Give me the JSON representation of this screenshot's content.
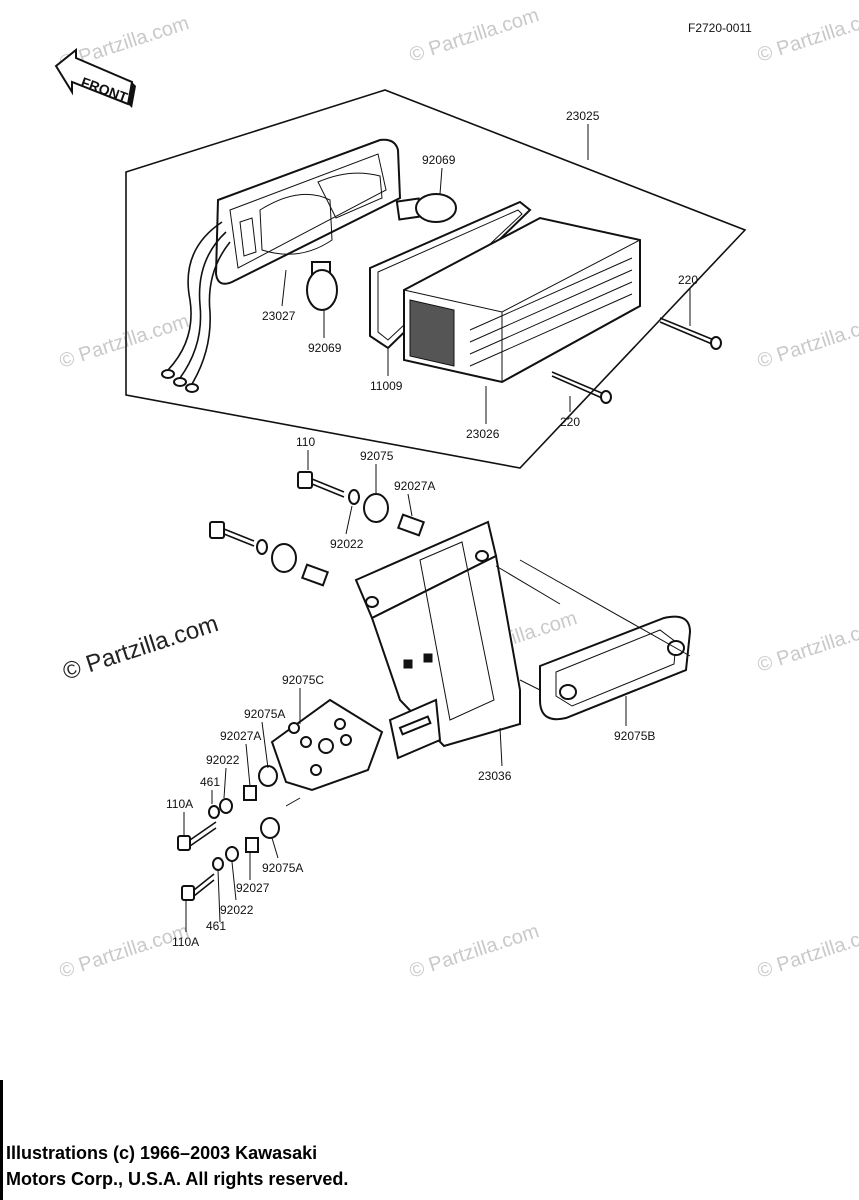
{
  "diagram": {
    "code": "F2720-0011",
    "front_label": "FRONT",
    "watermark": "© Partzilla.com",
    "labels": {
      "assembly": "23025",
      "bulb_top": "92069",
      "bulb_bottom": "92069",
      "socket": "23027",
      "gasket": "11009",
      "lens_housing": "23026",
      "screw_upper": "220",
      "screw_lower": "220",
      "bolt_top": "110",
      "damper_top": "92075",
      "collar_top": "92027A",
      "washer_top": "92022",
      "bracket_plate_c": "92075C",
      "damper_a_upper": "92075A",
      "collar_a": "92027A",
      "washer_left_1": "92022",
      "nut_left_1": "461",
      "bolt_left_1": "110A",
      "damper_a_lower": "92075A",
      "collar_lower": "92027",
      "washer_left_2": "92022",
      "nut_left_2": "461",
      "bolt_left_2": "110A",
      "bracket": "23036",
      "plate_gasket": "92075B"
    }
  },
  "footer": {
    "line1": "Illustrations (c) 1966–2003 Kawasaki",
    "line2": "Motors Corp., U.S.A.  All rights reserved."
  }
}
